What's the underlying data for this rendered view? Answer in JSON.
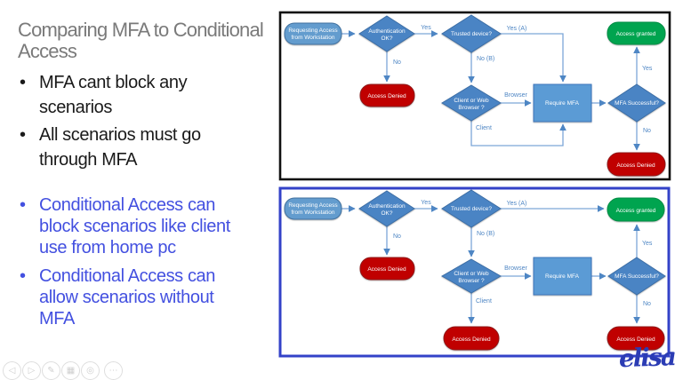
{
  "slide": {
    "title": "Comparing MFA to Conditional Access",
    "bullet_glyph": "•",
    "bullets_black": [
      "MFA cant block any scenarios",
      "All scenarios must go through MFA"
    ],
    "bullets_blue": [
      "Conditional Access can block scenarios like client use from home pc",
      "Conditional Access can allow scenarios without MFA"
    ]
  },
  "flowchart": {
    "nodes": {
      "requesting_line1": "Requesting Access",
      "requesting_line2": "from Workstation",
      "auth_line1": "Authentication",
      "auth_line2": "OK?",
      "trusted": "Trusted device?",
      "client_web_line1": "Client or Web",
      "client_web_line2": "Browser ?",
      "require_mfa": "Require MFA",
      "mfa_successful": "MFA Successful?",
      "access_granted": "Access granted",
      "access_denied": "Access Denied"
    },
    "labels": {
      "yes": "Yes",
      "yes_a": "Yes (A)",
      "no": "No",
      "no_b": "No (B)",
      "browser": "Browser",
      "client": "Client"
    }
  },
  "colors": {
    "title_text": "#7a7a7a",
    "body_text": "#1a1a1a",
    "blue_text": "#4350e0",
    "top_diagram_border": "#111111",
    "bottom_diagram_border": "#3342c8",
    "diamond_fill": "#4a84c4",
    "diamond_stroke": "#3d6ea5",
    "start_node_fill": "#639cce",
    "process_fill": "#5b9bd5",
    "process_stroke": "#3e74ba",
    "denied_fill": "#c00000",
    "denied_stroke": "#8e1a1a",
    "granted_fill": "#00a44f",
    "granted_stroke": "#008c44",
    "edge": "#7ca6d8",
    "edge_label": "#4e86c4",
    "logo_blue": "#2b3cb4"
  },
  "toolbar": {
    "icons": [
      {
        "name": "previous-slide",
        "glyph": "◁"
      },
      {
        "name": "next-slide",
        "glyph": "▷"
      },
      {
        "name": "pen-tool",
        "glyph": "✎"
      },
      {
        "name": "show-all-slides",
        "glyph": "▦"
      },
      {
        "name": "zoom-tool",
        "glyph": "◎"
      },
      {
        "name": "more-options",
        "glyph": "⋯"
      }
    ]
  },
  "logo": {
    "text": "elisa"
  }
}
